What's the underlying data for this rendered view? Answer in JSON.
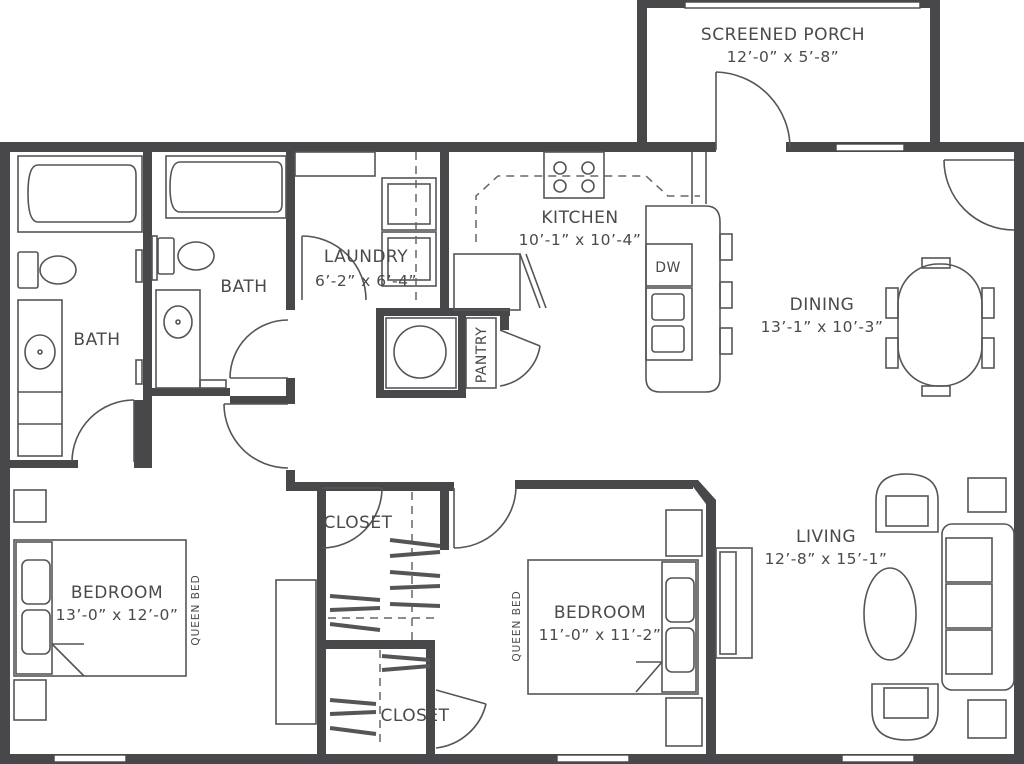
{
  "rooms": {
    "screened_porch": {
      "name": "SCREENED PORCH",
      "dims": "12’-0” x 5’-8”"
    },
    "kitchen": {
      "name": "KITCHEN",
      "dims": "10’-1” x 10’-4”"
    },
    "dining": {
      "name": "DINING",
      "dims": "13’-1” x 10’-3”"
    },
    "laundry": {
      "name": "LAUNDRY",
      "dims": "6’-2” x 6’-4”"
    },
    "bath_left": {
      "name": "BATH"
    },
    "bath_center": {
      "name": "BATH"
    },
    "pantry": {
      "name": "PANTRY"
    },
    "dishwasher": {
      "name": "DW"
    },
    "bedroom_left": {
      "name": "BEDROOM",
      "dims": "13’-0” x 12’-0”",
      "bed": "QUEEN BED"
    },
    "bedroom_center": {
      "name": "BEDROOM",
      "dims": "11’-0” x 11’-2”",
      "bed": "QUEEN BED"
    },
    "closet_upper": {
      "name": "CLOSET"
    },
    "closet_lower": {
      "name": "CLOSET"
    },
    "living": {
      "name": "LIVING",
      "dims": "12’-8” x 15’-1”"
    }
  }
}
